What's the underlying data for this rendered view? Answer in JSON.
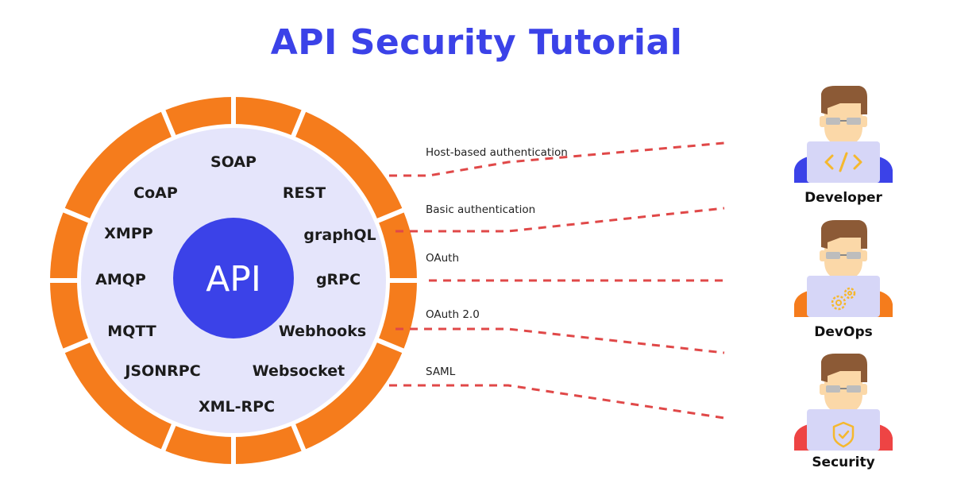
{
  "title": "API Security Tutorial",
  "center": "API",
  "protocols": [
    "SOAP",
    "REST",
    "graphQL",
    "gRPC",
    "Webhooks",
    "Websocket",
    "XML-RPC",
    "JSONRPC",
    "MQTT",
    "AMQP",
    "XMPP",
    "CoAP"
  ],
  "auth_methods": [
    "Host-based authentication",
    "Basic authentication",
    "OAuth",
    "OAuth 2.0",
    "SAML"
  ],
  "roles": [
    {
      "label": "Developer",
      "icon": "code-icon",
      "shirt_color": "#3b42e8"
    },
    {
      "label": "DevOps",
      "icon": "gears-icon",
      "shirt_color": "#f57c1c"
    },
    {
      "label": "Security",
      "icon": "shield-check-icon",
      "shirt_color": "#ee4444"
    }
  ],
  "colors": {
    "title": "#3b42e8",
    "ring": "#f57c1c",
    "inner_disc": "#e5e5fb",
    "center": "#3b42e8",
    "dash": "#e04848",
    "skin": "#fbd8a8",
    "hair": "#8c5a36",
    "laptop": "#d6d6f7",
    "icon_accent": "#f5b82e"
  }
}
